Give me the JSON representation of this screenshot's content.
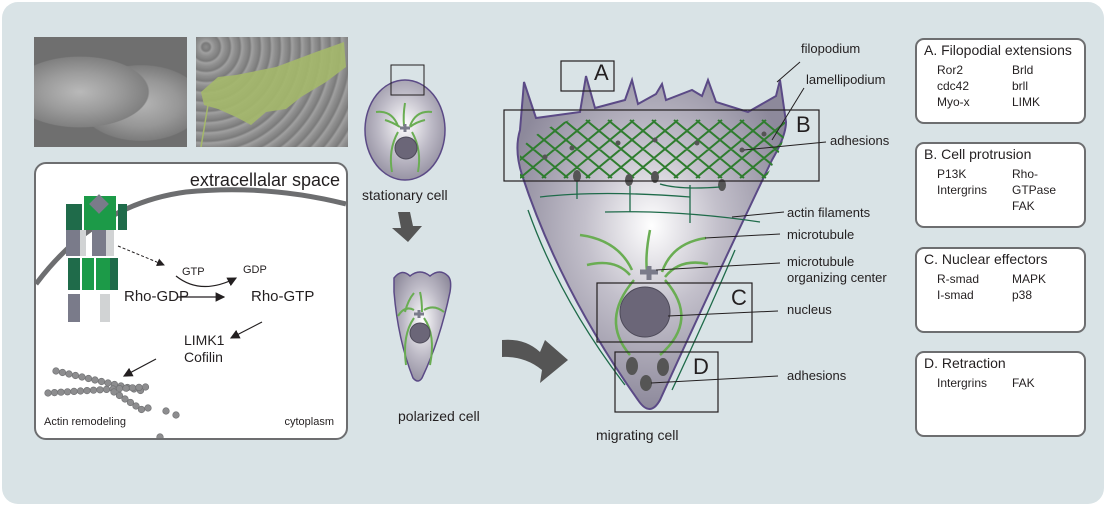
{
  "photos": {
    "left": {
      "description": "SEM image of stationary cells"
    },
    "right": {
      "description": "SEM image of migrating cell (green pseudocolor)"
    }
  },
  "pathway": {
    "region_top": "extracellalar space",
    "region_bottom": "cytoplasm",
    "gtp": "GTP",
    "gdp": "GDP",
    "rho_gdp": "Rho-GDP",
    "rho_gtp": "Rho-GTP",
    "limk1": "LIMK1",
    "cofilin": "Cofilin",
    "actin": "Actin remodeling"
  },
  "cells": {
    "stationary": "stationary cell",
    "polarized": "polarized cell",
    "migrating": "migrating cell"
  },
  "region_letters": {
    "a": "A",
    "b": "B",
    "c": "C",
    "d": "D"
  },
  "labels": {
    "filopodium": "filopodium",
    "lamellipodium": "lamellipodium",
    "adhesions_top": "adhesions",
    "actin_filaments": "actin filaments",
    "microtubule": "microtubule",
    "mtoc_line1": "microtubule",
    "mtoc_line2": "organizing center",
    "nucleus": "nucleus",
    "adhesions_bottom": "adhesions"
  },
  "legend_boxes": [
    {
      "title": "A. Filopodial extensions",
      "col1": [
        "Ror2",
        "cdc42",
        "Myo-x"
      ],
      "col2": [
        "Brld",
        "brll",
        "LIMK"
      ]
    },
    {
      "title": "B. Cell protrusion",
      "col1": [
        "P13K",
        "Intergrins"
      ],
      "col2": [
        "Rho-",
        "GTPase",
        "FAK"
      ]
    },
    {
      "title": "C. Nuclear effectors",
      "col1": [
        "R-smad",
        "I-smad"
      ],
      "col2": [
        "MAPK",
        "p38"
      ]
    },
    {
      "title": "D. Retraction",
      "col1": [
        "Intergrins"
      ],
      "col2": [
        "FAK"
      ]
    }
  ],
  "colors": {
    "panel_bg": "#d9e3e6",
    "cell_fill": "#a9a6b3",
    "cell_edge": "#5b4a86",
    "microtubule": "#6aad53",
    "actin_mesh": "#2f7d2f",
    "nucleus": "#6b6678",
    "receptor_dark": "#1f6b4a",
    "receptor_light": "#1c9a48",
    "receptor_grey": "#7a7b8a",
    "arrow": "#555555"
  }
}
